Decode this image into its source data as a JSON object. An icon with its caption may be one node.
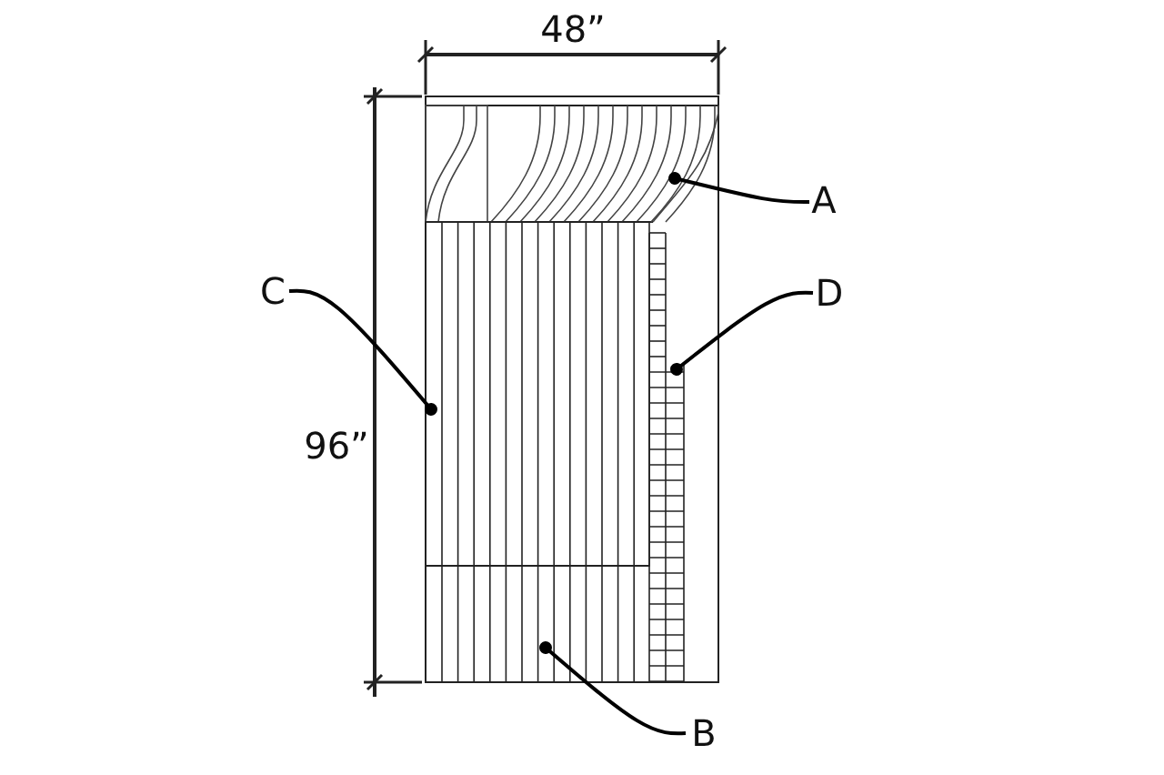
{
  "diagram": {
    "nodes": [
      {
        "text": [
          "A"
        ]
      },
      {
        "text": [],
        "shape": "picture"
      },
      {
        "text": [
          "C"
        ]
      },
      {
        "text": [],
        "shape": "picture"
      },
      {
        "text": [
          "D"
        ]
      },
      {
        "text": [],
        "shape": "picture"
      },
      {
        "text": [
          "B"
        ]
      },
      {
        "text": [],
        "shape": "picture"
      }
    ],
    "edges": [
      {
        "from": 0,
        "to": 1,
        "arrow": "other"
      },
      {
        "from": 2,
        "to": 3,
        "arrow": "other"
      },
      {
        "from": 4,
        "to": 5,
        "arrow": "other"
      },
      {
        "from": 6,
        "to": 7,
        "arrow": "other"
      }
    ],
    "labels": [
      "48”",
      "96”"
    ]
  }
}
